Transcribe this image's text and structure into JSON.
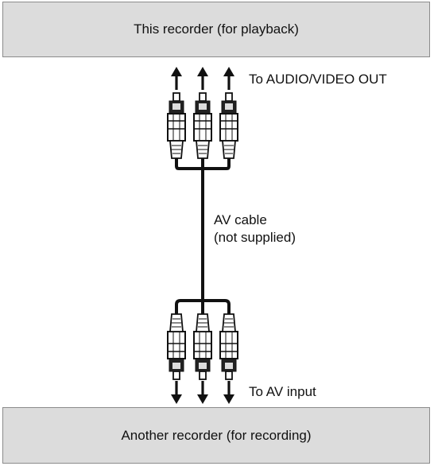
{
  "top_device": {
    "label": "This recorder (for playback)"
  },
  "bottom_device": {
    "label": "Another recorder (for recording)"
  },
  "labels": {
    "audio_video_out": "To AUDIO/VIDEO OUT",
    "av_cable": "AV cable\n(not supplied)",
    "av_input": "To AV input"
  },
  "plugs": [
    "video-plug",
    "audio-left-plug",
    "audio-right-plug"
  ],
  "colors": {
    "device_fill": "#dcdcdc",
    "device_border": "#8c8c8c",
    "cable": "#111111"
  }
}
